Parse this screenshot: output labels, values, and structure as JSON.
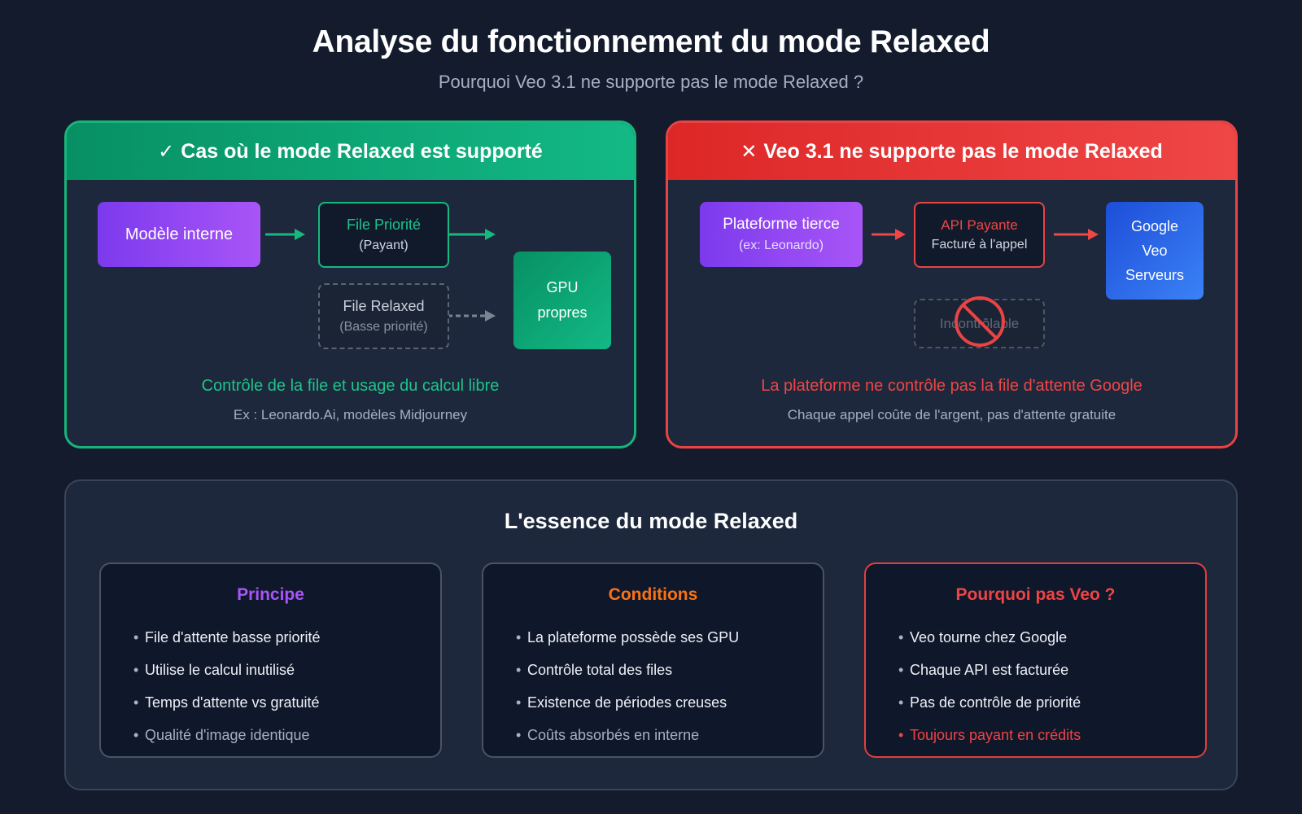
{
  "header": {
    "title": "Analyse du fonctionnement du mode Relaxed",
    "subtitle": "Pourquoi Veo 3.1 ne supporte pas le mode Relaxed ?"
  },
  "left_panel": {
    "icon": "check-icon",
    "icon_glyph": "✓",
    "title": "Cas où le mode Relaxed est supporté",
    "nodes": {
      "internal": {
        "label": "Modèle interne"
      },
      "priority": {
        "label": "File Priorité",
        "sub": "(Payant)"
      },
      "relaxed": {
        "label": "File Relaxed",
        "sub": "(Basse priorité)"
      },
      "gpu": {
        "line1": "GPU",
        "line2": "propres"
      }
    },
    "note": "Contrôle de la file et usage du calcul libre",
    "sub_note": "Ex : Leonardo.Ai, modèles Midjourney",
    "accent": "#10b981"
  },
  "right_panel": {
    "icon": "close-icon",
    "icon_glyph": "✕",
    "title": "Veo 3.1 ne supporte pas le mode Relaxed",
    "nodes": {
      "platform": {
        "label": "Plateforme tierce",
        "sub": "(ex: Leonardo)"
      },
      "api": {
        "label": "API Payante",
        "sub": "Facturé à l'appel"
      },
      "google": {
        "line1": "Google",
        "line2": "Veo",
        "line3": "Serveurs"
      },
      "uncontrollable": {
        "label": "Incontrôlable"
      }
    },
    "note": "La plateforme ne contrôle pas la file d'attente Google",
    "sub_note": "Chaque appel coûte de l'argent, pas d'attente gratuite",
    "accent": "#ef4444"
  },
  "essence": {
    "title": "L'essence du mode Relaxed",
    "cards": [
      {
        "title": "Principe",
        "color": "#a855f7",
        "items": [
          "File d'attente basse priorité",
          "Utilise le calcul inutilisé",
          "Temps d'attente vs gratuité",
          "Qualité d'image identique"
        ]
      },
      {
        "title": "Conditions",
        "color": "#f97316",
        "items": [
          "La plateforme possède ses GPU",
          "Contrôle total des files",
          "Existence de périodes creuses",
          "Coûts absorbés en interne"
        ]
      },
      {
        "title": "Pourquoi pas Veo ?",
        "color": "#ef4444",
        "items": [
          "Veo tourne chez Google",
          "Chaque API est facturée",
          "Pas de contrôle de priorité",
          "Toujours payant en crédits"
        ]
      }
    ]
  }
}
